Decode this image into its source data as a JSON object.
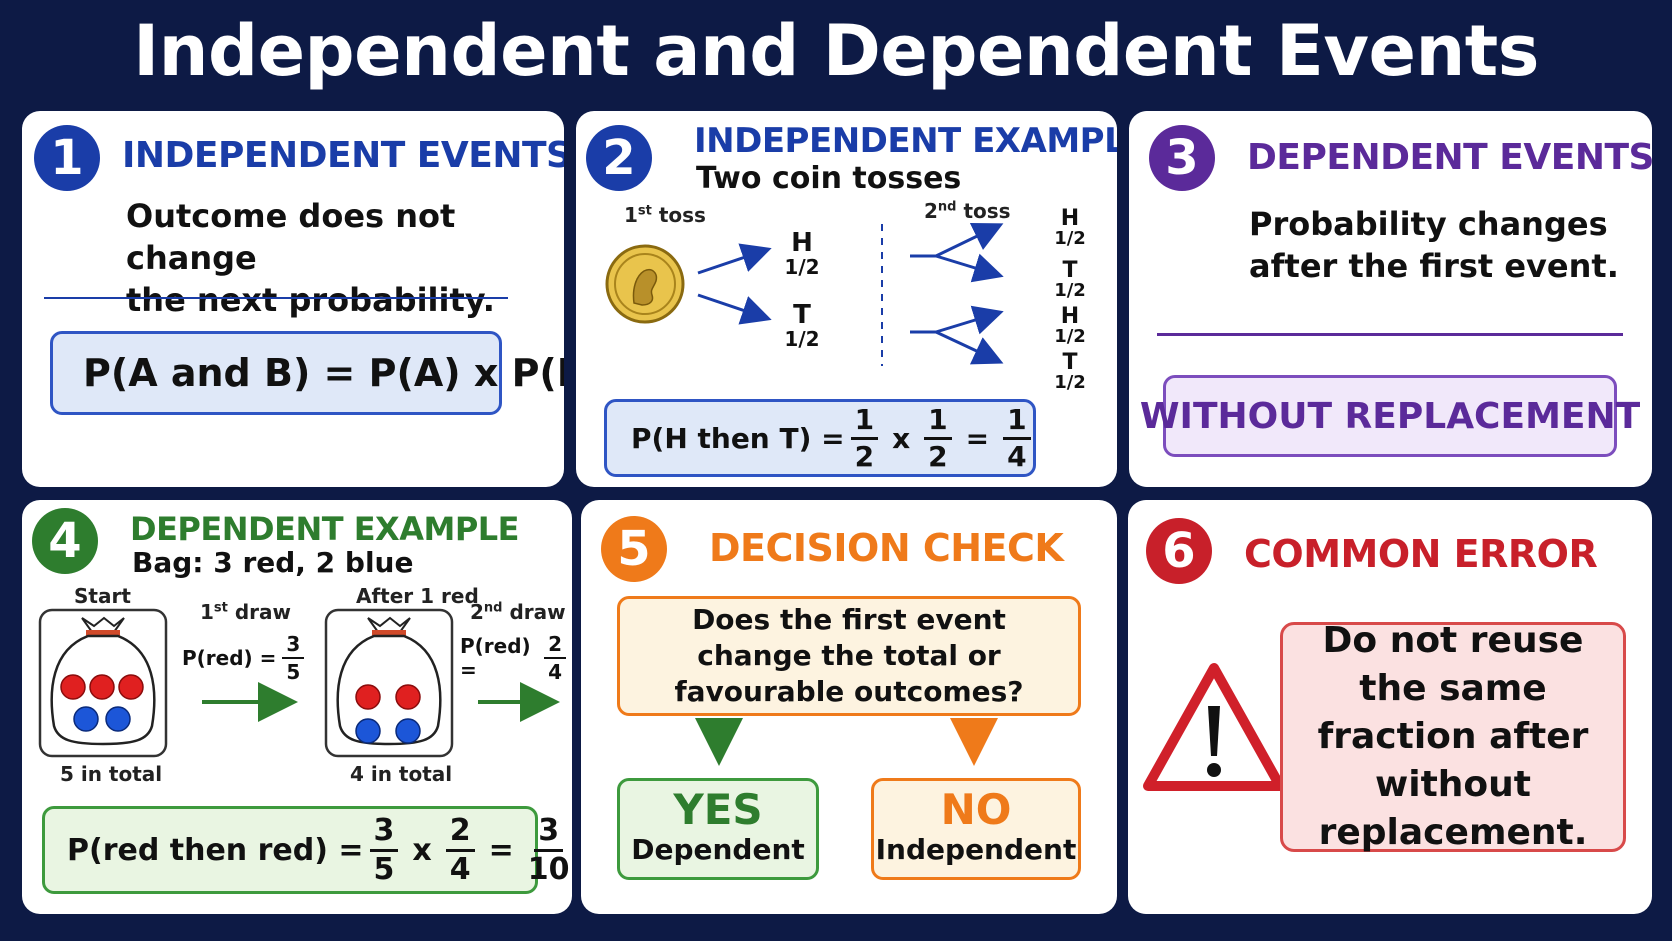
{
  "title": "Independent and Dependent Events",
  "cards": {
    "c1": {
      "number": "1",
      "heading": "INDEPENDENT EVENTS",
      "line1": "Outcome does not change",
      "line2": "the next probability.",
      "formula": "P(A and B) = P(A) x P(B)"
    },
    "c2": {
      "number": "2",
      "heading": "INDEPENDENT EXAMPLE",
      "subheading": "Two coin tosses",
      "first_toss": "toss",
      "first_sup": "st",
      "first_num": "1",
      "second_toss": "toss",
      "second_sup": "nd",
      "second_num": "2",
      "first_H": "H",
      "first_H_p": "1/2",
      "first_T": "T",
      "first_T_p": "1/2",
      "leaves": [
        {
          "label": "H",
          "p": "1/2"
        },
        {
          "label": "T",
          "p": "1/2"
        },
        {
          "label": "H",
          "p": "1/2"
        },
        {
          "label": "T",
          "p": "1/2"
        }
      ],
      "formula_prefix": "P(H then T) =",
      "f1n": "1",
      "f1d": "2",
      "times": "x",
      "f2n": "1",
      "f2d": "2",
      "eq": "=",
      "f3n": "1",
      "f3d": "4"
    },
    "c3": {
      "number": "3",
      "heading": "DEPENDENT EVENTS",
      "line1": "Probability changes",
      "line2": "after the first event.",
      "label": "WITHOUT REPLACEMENT"
    },
    "c4": {
      "number": "4",
      "heading": "DEPENDENT EXAMPLE",
      "subheading": "Bag: 3 red, 2 blue",
      "start": "Start",
      "after": "After 1 red",
      "draw1_num": "1",
      "draw1_sup": "st",
      "draw1": "draw",
      "draw2_num": "2",
      "draw2_sup": "nd",
      "draw2": "draw",
      "p1_prefix": "P(red) =",
      "p1n": "3",
      "p1d": "5",
      "p2_prefix": "P(red) =",
      "p2n": "2",
      "p2d": "4",
      "total1": "5 in total",
      "total2": "4 in total",
      "formula_prefix": "P(red then red) =",
      "f1n": "3",
      "f1d": "5",
      "times": "x",
      "f2n": "2",
      "f2d": "4",
      "eq": "=",
      "f3n": "3",
      "f3d": "10"
    },
    "c5": {
      "number": "5",
      "heading": "DECISION CHECK",
      "question": "Does the first event change the total or favourable outcomes?",
      "yes": "YES",
      "yes_sub": "Dependent",
      "no": "NO",
      "no_sub": "Independent"
    },
    "c6": {
      "number": "6",
      "heading": "COMMON ERROR",
      "message": "Do not reuse the same fraction after without replacement."
    }
  },
  "colors": {
    "background": "#0d1a45",
    "blue": "#1a3da8",
    "purple": "#5b2a9a",
    "green": "#2e7d2e",
    "orange": "#ef7a1a",
    "red": "#c8202a"
  },
  "icons": [
    "coin-icon",
    "bag-icon",
    "warning-icon",
    "arrow-icon"
  ]
}
